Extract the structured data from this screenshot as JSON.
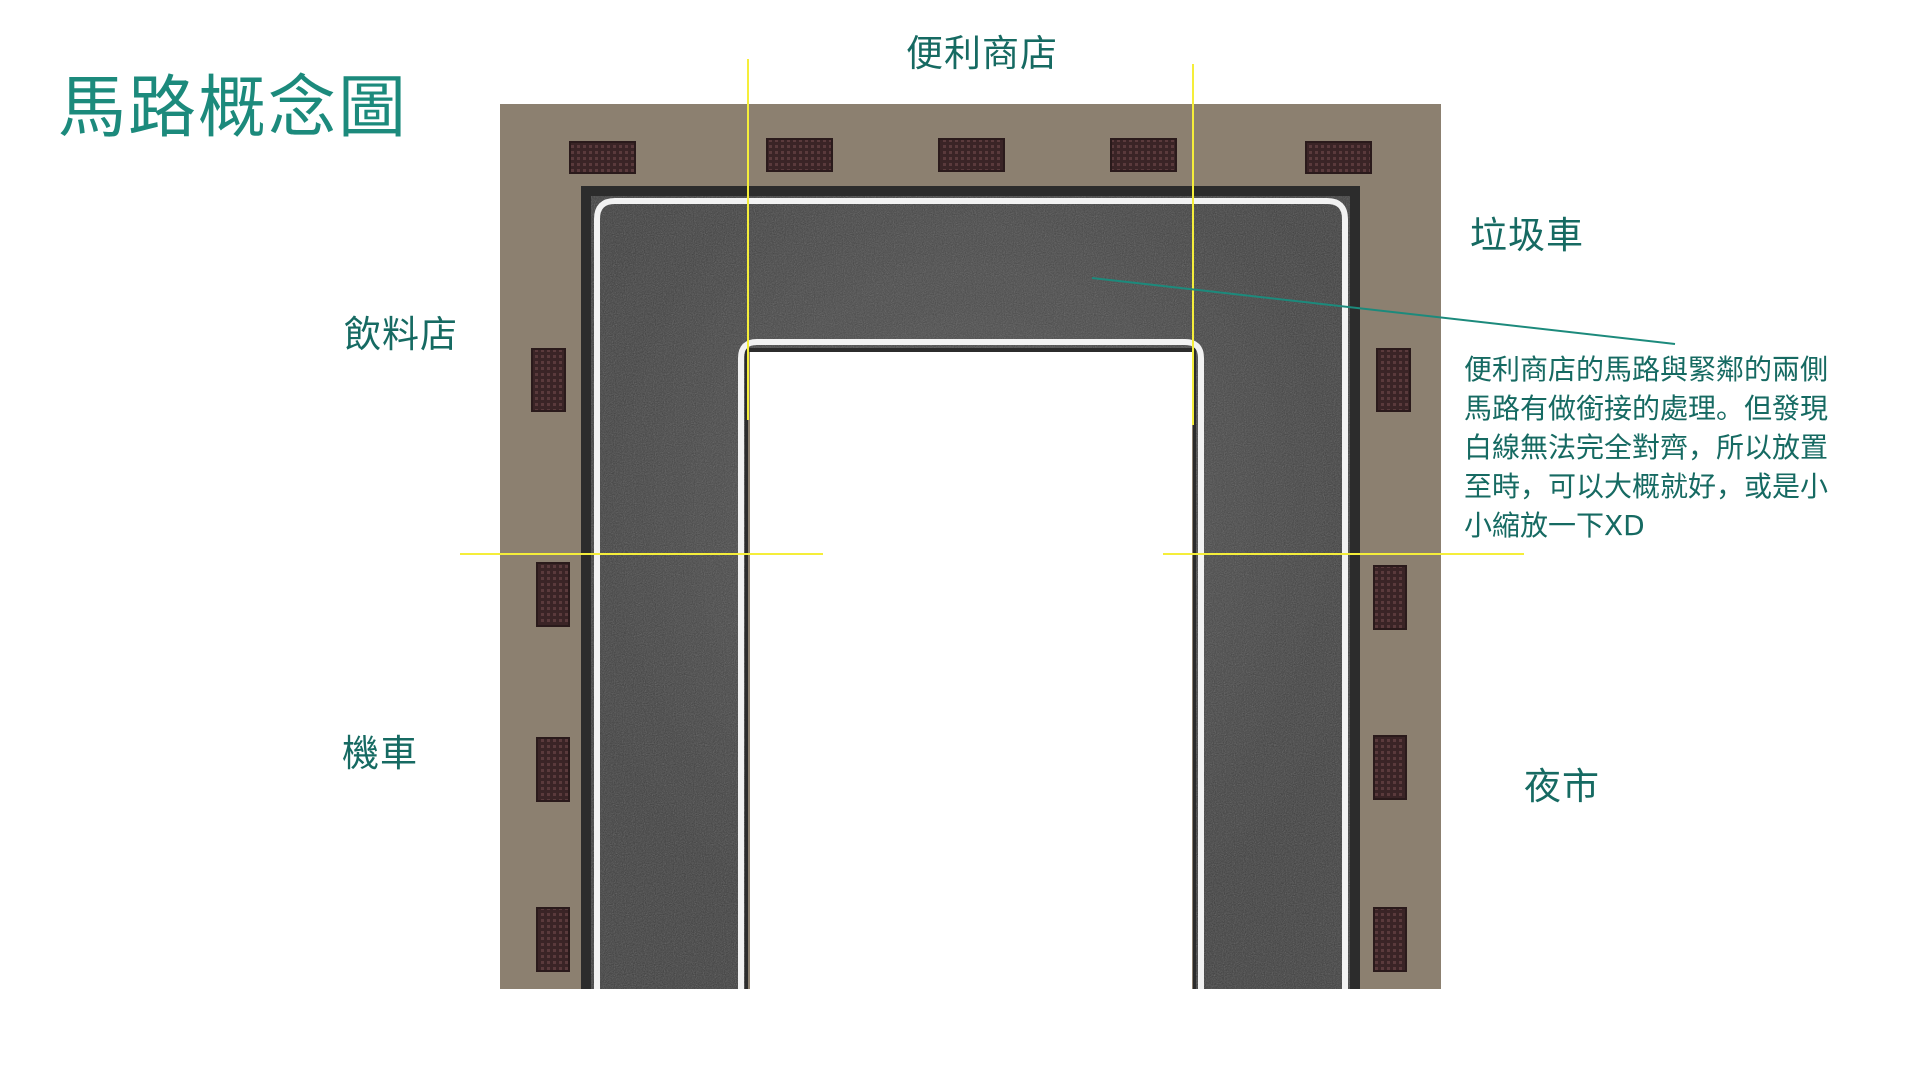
{
  "title": "馬路概念圖",
  "labels": {
    "top": "便利商店",
    "right_top": "垃圾車",
    "left_top": "飲料店",
    "left_bottom": "機車",
    "right_bottom": "夜市"
  },
  "note_lines": [
    "便利商店的馬路與緊鄰的兩側",
    "馬路有做銜接的處理。但發現",
    "白線無法完全對齊，所以放置",
    "至時，可以大概就好，或是小",
    "小縮放一下XD"
  ],
  "colors": {
    "title": "#1c8a7c",
    "label": "#166a62",
    "sidewalk": "#8c8070",
    "asphalt": "#484848",
    "curb": "#2c2c2c",
    "lane_line": "#f2f2f2",
    "drain": "#3a2426",
    "guide_line": "#f5ee3a",
    "callout_line": "#1c8a7c"
  },
  "icons": {
    "drain": "drain-grate-icon"
  }
}
